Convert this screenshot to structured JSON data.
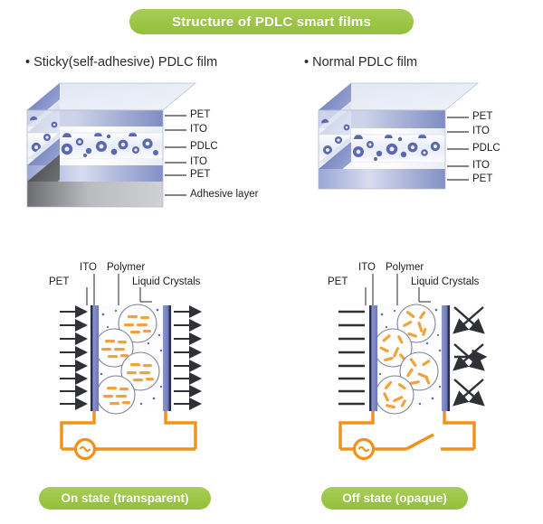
{
  "header": {
    "title": "Structure of PDLC smart films",
    "banner_color": "#9cc646",
    "text_color": "#ffffff"
  },
  "sections": {
    "left": {
      "subtitle": "• Sticky(self-adhesive) PDLC film"
    },
    "right": {
      "subtitle": "• Normal PDLC film"
    }
  },
  "stack_left": {
    "name": "sticky-pdlc-film-stack",
    "layer_count": 6,
    "layers": [
      {
        "label": "PET",
        "type": "substrate",
        "color": "#9aa7d4"
      },
      {
        "label": "ITO",
        "type": "electrode",
        "color": "#f2f4fb"
      },
      {
        "label": "PDLC",
        "type": "active",
        "color": "#eaeef8"
      },
      {
        "label": "ITO",
        "type": "electrode",
        "color": "#f2f4fb"
      },
      {
        "label": "PET",
        "type": "substrate",
        "color": "#9aa7d4"
      },
      {
        "label": "Adhesive layer",
        "type": "adhesive",
        "color": "#6e7073"
      }
    ]
  },
  "stack_right": {
    "name": "normal-pdlc-film-stack",
    "layer_count": 5,
    "layers": [
      {
        "label": "PET",
        "type": "substrate",
        "color": "#9aa7d4"
      },
      {
        "label": "ITO",
        "type": "electrode",
        "color": "#f2f4fb"
      },
      {
        "label": "PDLC",
        "type": "active",
        "color": "#eaeef8"
      },
      {
        "label": "ITO",
        "type": "electrode",
        "color": "#f2f4fb"
      },
      {
        "label": "PET",
        "type": "substrate",
        "color": "#9aa7d4"
      }
    ]
  },
  "cell_labels": {
    "pet": "PET",
    "ito": "ITO",
    "polymer": "Polymer",
    "liquid_crystals": "Liquid Crystals"
  },
  "states": {
    "on": {
      "pill_label": "On state (transparent)",
      "crystal_alignment": "aligned-horizontal",
      "light_behaviour": "transmitted-straight",
      "switch": "closed",
      "source_symbol": "~",
      "incoming_ray_count": 8,
      "outgoing_ray_count": 8,
      "droplet_count": 4
    },
    "off": {
      "pill_label": "Off state (opaque)",
      "crystal_alignment": "random",
      "light_behaviour": "scattered",
      "switch": "open",
      "source_symbol": "~",
      "incoming_ray_count": 8,
      "scatter_group_count": 3,
      "droplet_count": 4
    }
  },
  "palette": {
    "green": "#9cc646",
    "orange_circuit": "#f39019",
    "crystal_orange": "#f0a33c",
    "electrode_purple": "#7b86c4",
    "pet_navy": "#2b3050",
    "droplet_blue": "#5b68b0",
    "ray_dark": "#2f3136",
    "adhesive_gray": "#6e7073"
  }
}
